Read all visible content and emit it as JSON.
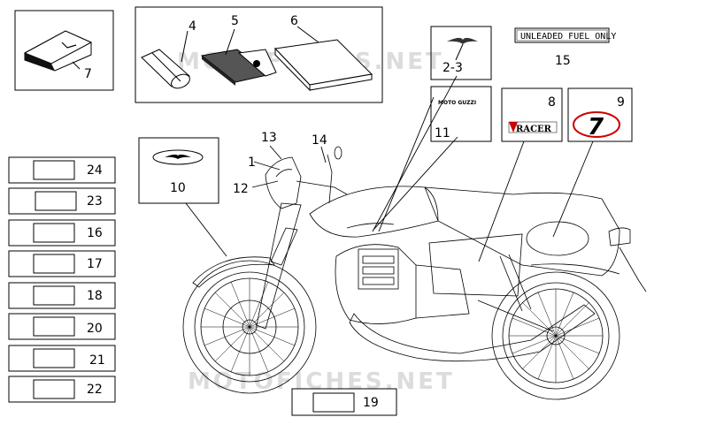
{
  "watermark": "MOTOFICHES.NET",
  "callouts": {
    "c1": "1",
    "c2_3": "2-3",
    "c4": "4",
    "c5": "5",
    "c6": "6",
    "c7": "7",
    "c8": "8",
    "c9": "9",
    "c10": "10",
    "c11": "11",
    "c12": "12",
    "c13": "13",
    "c14": "14",
    "c15": "15",
    "c19": "19"
  },
  "left_labels": [
    {
      "num": "24"
    },
    {
      "num": "23"
    },
    {
      "num": "16"
    },
    {
      "num": "17"
    },
    {
      "num": "18"
    },
    {
      "num": "20"
    },
    {
      "num": "21"
    },
    {
      "num": "22"
    }
  ],
  "decals": {
    "fuel_label": "UNLEADED FUEL ONLY",
    "moto_guzzi_text": "MOTO GUZZI",
    "racer_text": "RACER",
    "racer_num": "7"
  }
}
